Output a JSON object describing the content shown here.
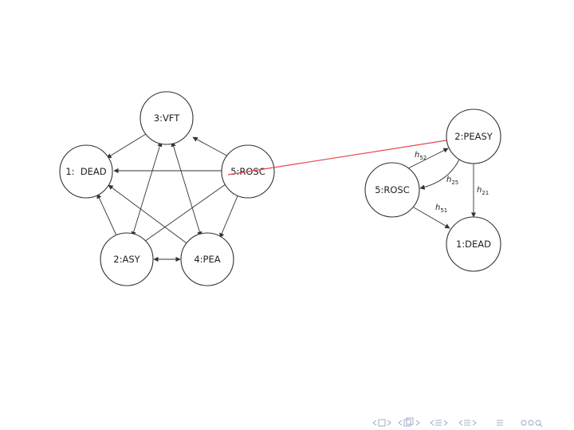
{
  "left_graph": {
    "nodes": {
      "vft": "3:VFT",
      "dead": "1:  DEAD",
      "rosc": "5:ROSC",
      "asy": "2:ASY",
      "pea": "4:PEA"
    }
  },
  "right_graph": {
    "nodes": {
      "peasy": "2:PEASY",
      "rosc": "5:ROSC",
      "dead": "1:DEAD"
    },
    "edge_labels": {
      "h52": {
        "main": "h",
        "sub": "52"
      },
      "h25": {
        "main": "h",
        "sub": "25"
      },
      "h21": {
        "main": "h",
        "sub": "21"
      },
      "h51": {
        "main": "h",
        "sub": "51"
      }
    }
  },
  "connector": {
    "color": "#e8474a"
  },
  "colors": {
    "node_stroke": "#333333",
    "nav": "#9aa3c0"
  },
  "navigation": {
    "icons": [
      "nav-first-icon",
      "nav-prev-frame-icon",
      "nav-prev-subsection-icon",
      "nav-prev-section-icon",
      "nav-back-forward-icon",
      "nav-search-icon"
    ]
  }
}
